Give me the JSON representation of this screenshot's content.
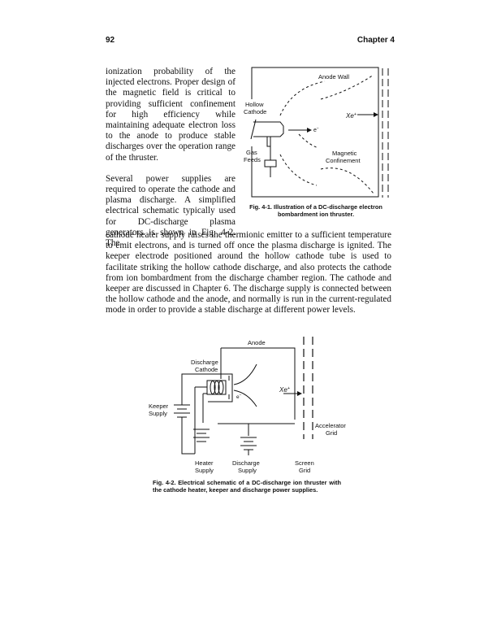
{
  "header": {
    "page_number": "92",
    "chapter": "Chapter 4"
  },
  "body": {
    "para1": "ionization probability of the injected electrons. Proper design of the magnetic field is critical to providing sufficient confinement for high efficiency while maintaining adequate electron loss to the anode to produce stable discharges over the operation range of the thruster.",
    "para2": "Several power supplies are required to operate the cathode and plasma discharge. A simplified electrical schematic typically used for DC-discharge plasma generators is shown in Fig. 4-2. The",
    "para3": "cathode heater supply raises the thermionic emitter to a sufficient temperature to emit electrons, and is turned off once the plasma discharge is ignited. The keeper electrode positioned around the hollow cathode tube is used to facilitate striking the hollow cathode discharge, and also protects the cathode from ion bombardment from the discharge chamber region. The cathode and keeper are discussed in Chapter 6. The discharge supply is connected between the hollow cathode and the anode, and normally is run in the current-regulated mode in order to provide a stable discharge at different power levels."
  },
  "figure1": {
    "labels": {
      "anode_wall": "Anode Wall",
      "hollow": "Hollow",
      "cathode": "Cathode",
      "xe_plus": "Xe",
      "xe_sup": "+",
      "electron": "e",
      "electron_sup": "−",
      "gas": "Gas",
      "feeds": "Feeds",
      "magnetic": "Magnetic",
      "confinement": "Confinement"
    },
    "caption": "Fig. 4-1. Illustration of a DC-discharge electron bombardment ion thruster."
  },
  "figure2": {
    "labels": {
      "anode": "Anode",
      "discharge": "Discharge",
      "cathode": "Cathode",
      "keeper": "Keeper",
      "supply": "Supply",
      "electron": "e",
      "electron_sup": "−",
      "xe_plus": "Xe",
      "xe_sup": "+",
      "accelerator": "Accelerator",
      "grid": "Grid",
      "heater": "Heater",
      "heater_supply": "Supply",
      "discharge_supply_1": "Discharge",
      "discharge_supply_2": "Supply",
      "screen": "Screen",
      "screen_grid": "Grid"
    },
    "caption": "Fig. 4-2. Electrical schematic of a DC-discharge ion thruster with the cathode heater, keeper and discharge power supplies."
  }
}
